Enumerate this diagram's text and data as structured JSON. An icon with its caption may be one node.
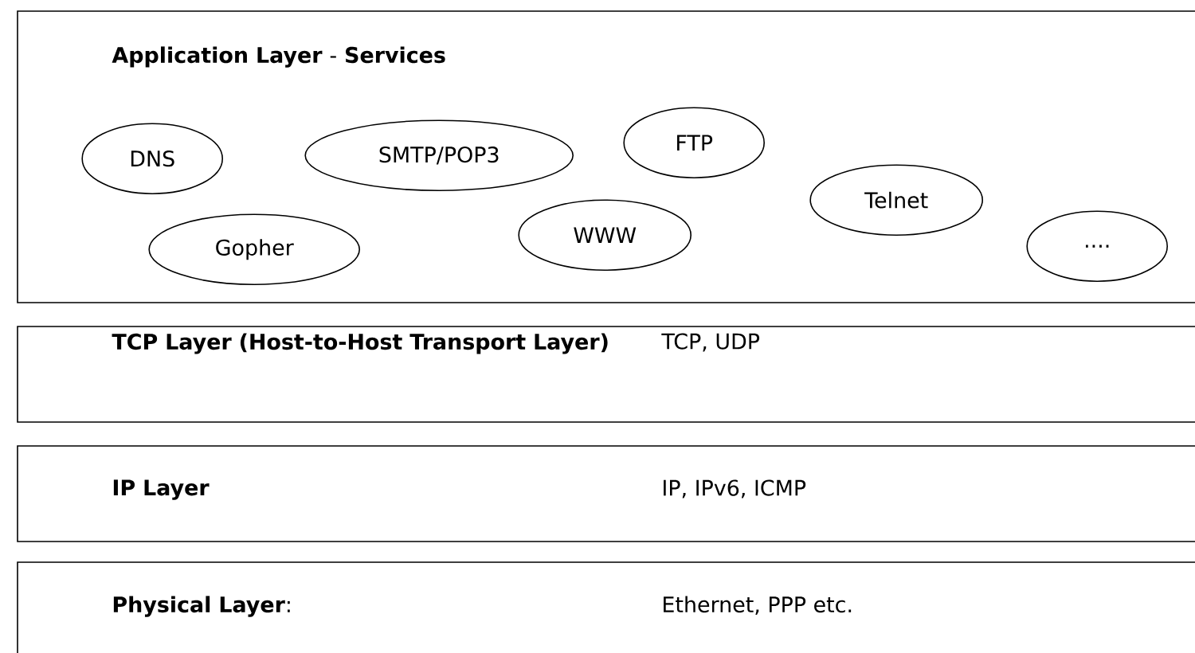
{
  "diagram": {
    "nodes": [
      {
        "text": [
          "**Application Layer** - **Services**"
        ]
      },
      {
        "text": [
          "DNS"
        ],
        "in": 0
      },
      {
        "text": [
          "SMTP/POP3"
        ],
        "in": 0
      },
      {
        "text": [
          "FTP"
        ],
        "in": 0
      },
      {
        "text": [
          "Telnet"
        ],
        "in": 0
      },
      {
        "text": [
          "Gopher"
        ],
        "in": 0
      },
      {
        "text": [
          "WWW"
        ],
        "in": 0
      },
      {
        "text": [
          "...."
        ],
        "in": 0
      },
      {
        "text": [
          "TCP Layer (Host-to-Host Transport Layer)",
          "TCP, UDP"
        ]
      },
      {
        "text": [
          "IP Layer",
          "IP, IPv6, ICMP"
        ]
      },
      {
        "text": [
          "**Physical Layer**:",
          "Ethernet, PPP etc."
        ]
      }
    ]
  }
}
